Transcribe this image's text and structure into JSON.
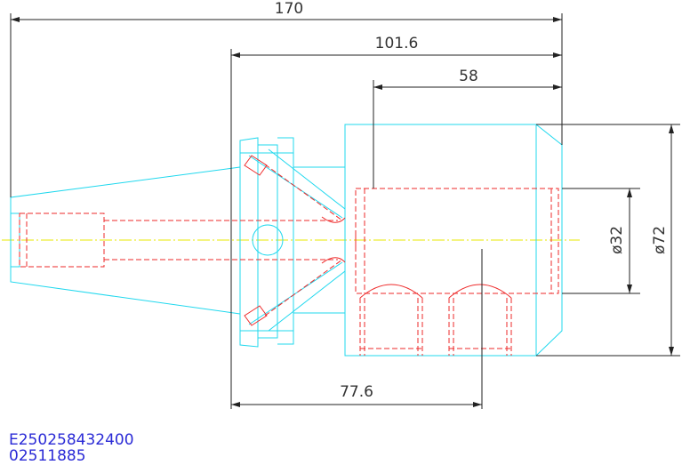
{
  "dimensions": {
    "overall_length": "170",
    "flange_to_end": "101.6",
    "bore_depth": "58",
    "hole_position": "77.6",
    "bore_diameter": "ø32",
    "outer_diameter": "ø72"
  },
  "codes": {
    "line1": "E250258432400",
    "line2": "02511885"
  },
  "colors": {
    "outline": "#20d8ee",
    "hidden": "#ee2a2a",
    "dimension": "#222222",
    "centerline": "#e8e800",
    "code_text": "#2a2ad6"
  }
}
